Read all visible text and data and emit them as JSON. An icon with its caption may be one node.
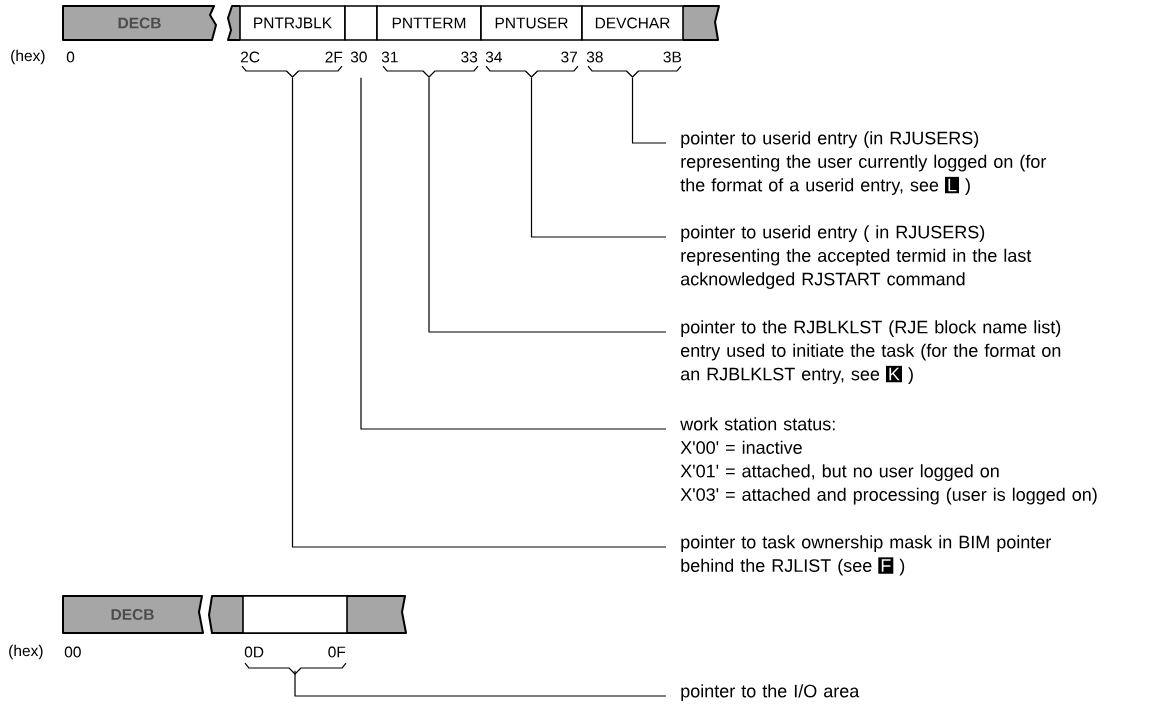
{
  "diagram": {
    "nodes": [
      {
        "text": [
          "DECB"
        ]
      },
      {
        "text": [
          "PNTRJBLK"
        ]
      },
      {
        "text": [],
        "shape": "box"
      },
      {
        "text": [
          "PNTTERM"
        ]
      },
      {
        "text": [
          "PNTUSER"
        ]
      },
      {
        "text": [
          "DEVCHAR"
        ]
      },
      {
        "text": [
          "pointer to userid entry (in RJUSERS) representing the user currently logged on (for the format of a userid entry, see",
          "L",
          ")"
        ]
      },
      {
        "text": [
          "pointer to userid entry ( in RJUSERS) representing the accepted termid in the last acknowledged RJSTART command"
        ]
      },
      {
        "text": [
          "pointer to the RJBLKLST (RJE block name list) entry used to initiate the task (for the format on an RJBLKLST entry, see",
          "K",
          ")"
        ]
      },
      {
        "text": [
          "work station status:",
          "X'00' = inactive",
          "X'01' = attached, but no user logged on",
          "X'03' = attached and processing (user is logged on)"
        ]
      },
      {
        "text": [
          "pointer to task ownership mask in BIM pointer behind the RJLIST (see",
          "F",
          ")"
        ]
      },
      {
        "text": [
          "DECB"
        ]
      },
      {
        "text": [],
        "shape": "box"
      },
      {
        "text": [
          "pointer to the I/O area"
        ]
      }
    ],
    "edges": [
      {
        "from": 5,
        "to": 6,
        "arrow": "none"
      },
      {
        "from": 4,
        "to": 7,
        "arrow": "none"
      },
      {
        "from": 3,
        "to": 8,
        "arrow": "none"
      },
      {
        "from": 2,
        "to": 9,
        "arrow": "none"
      },
      {
        "from": 1,
        "to": 10,
        "arrow": "none"
      },
      {
        "from": 12,
        "to": 13,
        "arrow": "none"
      }
    ],
    "labels": [
      "(hex)",
      "0",
      "2C",
      "2F",
      "30",
      "31",
      "33",
      "34",
      "37",
      "38",
      "3B",
      "(hex)",
      "00",
      "0D",
      "0F"
    ]
  }
}
